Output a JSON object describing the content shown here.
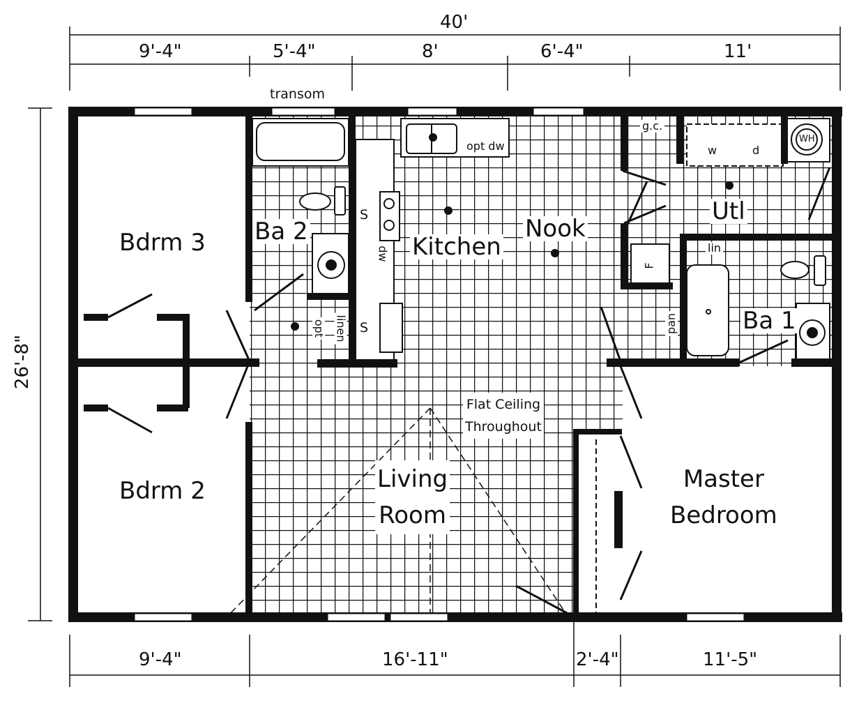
{
  "dimensions": {
    "overall_width": "40'",
    "overall_depth": "26'-8\"",
    "top_segments": [
      "9'-4\"",
      "5'-4\"",
      "8'",
      "6'-4\"",
      "11'"
    ],
    "bottom_segments": [
      "9'-4\"",
      "16'-11\"",
      "2'-4\"",
      "11'-5\""
    ]
  },
  "rooms": {
    "bdrm3": "Bdrm 3",
    "bdrm2": "Bdrm 2",
    "ba2": "Ba 2",
    "kitchen": "Kitchen",
    "nook": "Nook",
    "utl": "Utl",
    "ba1": "Ba 1",
    "living_line1": "Living",
    "living_line2": "Room",
    "master_line1": "Master",
    "master_line2": "Bedroom"
  },
  "annotations": {
    "transom": "transom",
    "opt_dw": "opt dw",
    "dw": "dw",
    "s_upper": "S",
    "s_lower": "S",
    "opt": "opt",
    "linen": "linen",
    "gc": "g.c.",
    "washer": "w",
    "dryer": "d",
    "water_heater": "WH",
    "lin": "lin",
    "pan": "pan",
    "furnace": "F",
    "ceiling_line1": "Flat Ceiling",
    "ceiling_line2": "Throughout"
  }
}
